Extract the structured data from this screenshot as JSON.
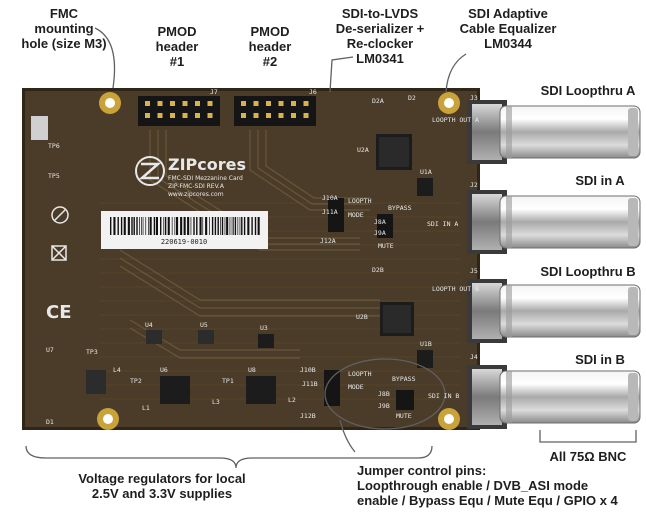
{
  "annotations": {
    "fmc_hole": [
      "FMC",
      "mounting",
      "hole (size M3)"
    ],
    "pmod1": [
      "PMOD",
      "header",
      "#1"
    ],
    "pmod2": [
      "PMOD",
      "header",
      "#2"
    ],
    "sdi_lvds": [
      "SDI-to-LVDS",
      "De-serializer +",
      "Re-clocker",
      "LM0341"
    ],
    "sdi_eq": [
      "SDI Adaptive",
      "Cable Equalizer",
      "LM0344"
    ],
    "loopthru_a": "SDI Loopthru A",
    "in_a": "SDI in A",
    "loopthru_b": "SDI Loopthru B",
    "in_b": "SDI in B",
    "bnc": "All 75Ω BNC",
    "regulators": [
      "Voltage regulators for local",
      "2.5V and 3.3V supplies"
    ],
    "jumpers": [
      "Jumper control pins:",
      "Loopthrough enable / DVB_ASI mode",
      "enable / Bypass Equ / Mute Equ / GPIO x 4"
    ]
  },
  "board": {
    "logo": "ZIPcores",
    "card_name": "FMC-SDI Mezzanine Card",
    "part_no": "ZIP-FMC-SDI REV.A",
    "url": "www.zipcores.com",
    "barcode_text": "220619-0010",
    "silk": {
      "j7": "J7",
      "j6": "J6",
      "j3": "J3",
      "j2": "J2",
      "j5": "J5",
      "j4": "J4",
      "u2a": "U2A",
      "u2b": "U2B",
      "u1a": "U1A",
      "u1b": "U1B",
      "d2a": "D2A",
      "d2b": "D2B",
      "d2": "D2",
      "loopth_out_a": "LOOPTH OUT A",
      "loopth_out_b": "LOOPTH OUT B",
      "sdi_in_a": "SDI IN A",
      "sdi_in_b": "SDI IN B",
      "loopth": "LOOPTH",
      "mode": "MODE",
      "bypass": "BYPASS",
      "mute": "MUTE",
      "j10a": "J10A",
      "j11a": "J11A",
      "j12a": "J12A",
      "j8a": "J8A",
      "j9a": "J9A",
      "j10b": "J10B",
      "j11b": "J11B",
      "j12b": "J12B",
      "j8b": "J8B",
      "j9b": "J9B",
      "tp1": "TP1",
      "tp2": "TP2",
      "tp3": "TP3",
      "tp5": "TP5",
      "tp6": "TP6",
      "u3": "U3",
      "u4": "U4",
      "u5": "U5",
      "u6": "U6",
      "u7": "U7",
      "u8": "U8",
      "l1": "L1",
      "l2": "L2",
      "l3": "L3",
      "l4": "L4",
      "d1": "D1",
      "ce": "CE"
    }
  },
  "colors": {
    "pcb": "#4a3c28",
    "pcb_edge": "#2f2618",
    "trace": "#6b5a3c",
    "pad_gold": "#c9a23a",
    "silk": "#e8e8e8",
    "chrome": "#c8c8c8",
    "leader": "#606060"
  }
}
